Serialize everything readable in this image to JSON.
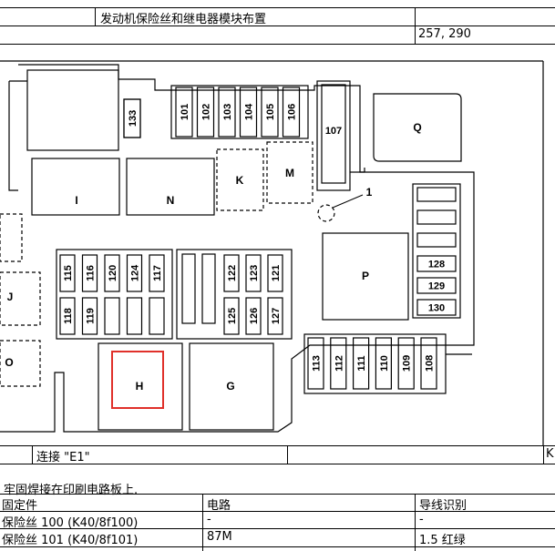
{
  "header": {
    "title": "发动机保险丝和继电器模块布置",
    "coords": "257, 290"
  },
  "diagram": {
    "fuses_top": [
      "101",
      "102",
      "103",
      "104",
      "105",
      "106"
    ],
    "fuse_107": "107",
    "fuse_133": "133",
    "callout_1": "1",
    "blocks": {
      "I": "I",
      "N": "N",
      "K": "K",
      "M": "M",
      "Q": "Q",
      "P": "P",
      "J": "J",
      "O": "O",
      "H": "H",
      "G": "G"
    },
    "fuses_left_top": [
      "115",
      "116",
      "120",
      "124",
      "117"
    ],
    "fuses_left_bottom": [
      "118",
      "119"
    ],
    "fuses_mid_top": [
      "122",
      "123",
      "121"
    ],
    "fuses_mid_bottom": [
      "125",
      "126",
      "127"
    ],
    "fuses_right": [
      "128",
      "129",
      "130"
    ],
    "fuses_bottom": [
      "113",
      "112",
      "111",
      "110",
      "109",
      "108"
    ]
  },
  "footer_row": {
    "connection": "连接 \"E1\"",
    "right_letter": "K"
  },
  "note": "牢固焊接在印刷电路板上.",
  "table": {
    "headers": [
      "固定件",
      "电路",
      "导线识别"
    ],
    "rows": [
      [
        "保险丝 100 (K40/8f100)",
        "-",
        "-"
      ],
      [
        "保险丝 101 (K40/8f101)",
        "87M",
        "1.5 红绿"
      ]
    ]
  }
}
